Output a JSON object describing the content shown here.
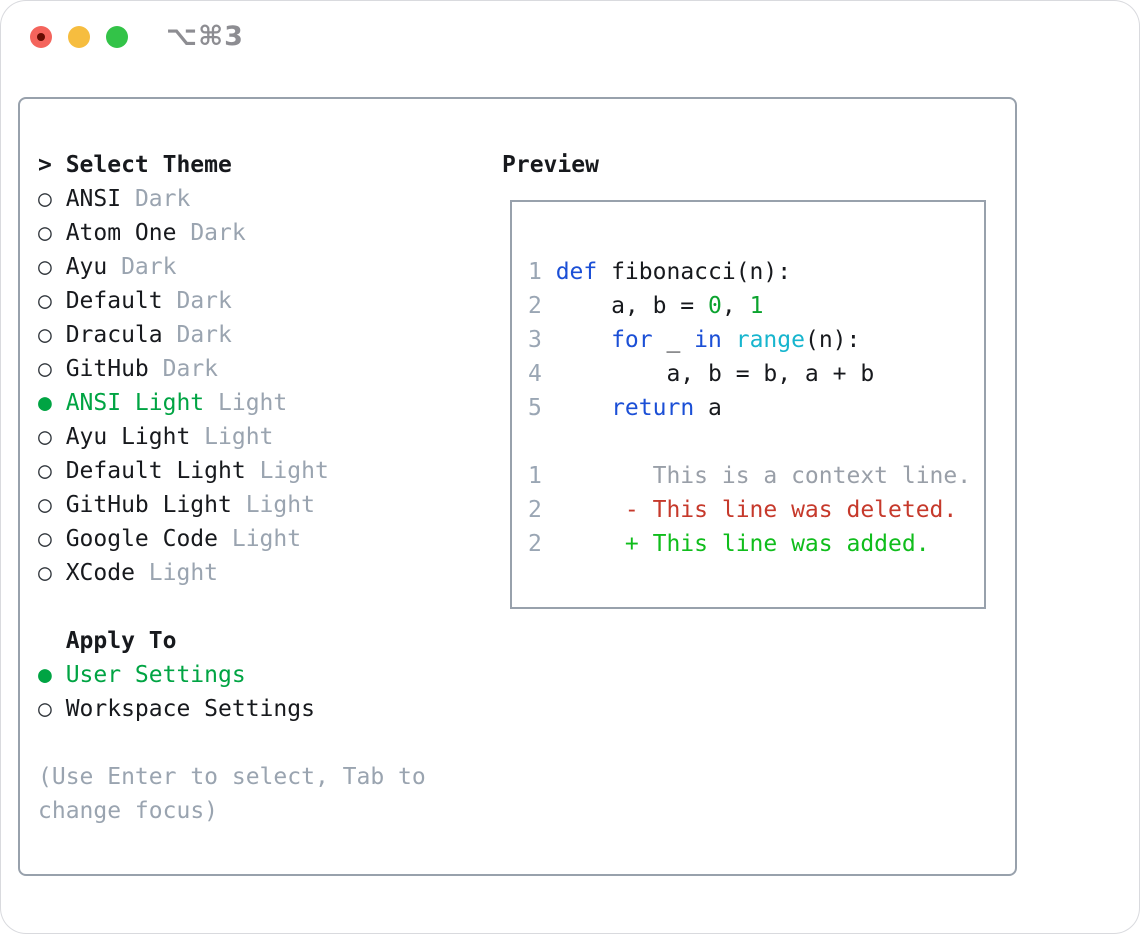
{
  "titlebar": {
    "shortcut": "⌥⌘3",
    "traffic_lights": {
      "red": "#f4645c",
      "red_dot": "#650c02",
      "yellow": "#f6bd3f",
      "green": "#33c348"
    }
  },
  "markers": {
    "title_prefix": ">",
    "selected": "●",
    "unselected": "○"
  },
  "theme_panel": {
    "title": "Select Theme",
    "items": [
      {
        "name": "ANSI",
        "variant": "Dark",
        "selected": false
      },
      {
        "name": "Atom One",
        "variant": "Dark",
        "selected": false
      },
      {
        "name": "Ayu",
        "variant": "Dark",
        "selected": false
      },
      {
        "name": "Default",
        "variant": "Dark",
        "selected": false
      },
      {
        "name": "Dracula",
        "variant": "Dark",
        "selected": false
      },
      {
        "name": "GitHub",
        "variant": "Dark",
        "selected": false
      },
      {
        "name": "ANSI Light",
        "variant": "Light",
        "selected": true
      },
      {
        "name": "Ayu Light",
        "variant": "Light",
        "selected": false
      },
      {
        "name": "Default Light",
        "variant": "Light",
        "selected": false
      },
      {
        "name": "GitHub Light",
        "variant": "Light",
        "selected": false
      },
      {
        "name": "Google Code",
        "variant": "Light",
        "selected": false
      },
      {
        "name": "XCode",
        "variant": "Light",
        "selected": false
      }
    ],
    "apply_to": {
      "title": "Apply To",
      "options": [
        {
          "label": "User Settings",
          "selected": true
        },
        {
          "label": "Workspace Settings",
          "selected": false
        }
      ]
    },
    "hint": "(Use Enter to select, Tab to change focus)"
  },
  "preview": {
    "title": "Preview",
    "lines": [
      {
        "num": "1",
        "tokens": [
          {
            "c": "keyword",
            "t": "def"
          },
          {
            "c": "text",
            "t": " fibonacci(n):"
          }
        ]
      },
      {
        "num": "2",
        "tokens": [
          {
            "c": "text",
            "t": "    a, b = "
          },
          {
            "c": "number",
            "t": "0"
          },
          {
            "c": "text",
            "t": ", "
          },
          {
            "c": "number",
            "t": "1"
          }
        ]
      },
      {
        "num": "3",
        "tokens": [
          {
            "c": "text",
            "t": "    "
          },
          {
            "c": "keyword",
            "t": "for"
          },
          {
            "c": "text",
            "t": " _ "
          },
          {
            "c": "keyword",
            "t": "in"
          },
          {
            "c": "text",
            "t": " "
          },
          {
            "c": "builtin",
            "t": "range"
          },
          {
            "c": "text",
            "t": "(n):"
          }
        ]
      },
      {
        "num": "4",
        "tokens": [
          {
            "c": "text",
            "t": "        a, b = b, a + b"
          }
        ]
      },
      {
        "num": "5",
        "tokens": [
          {
            "c": "text",
            "t": "    "
          },
          {
            "c": "keyword",
            "t": "return"
          },
          {
            "c": "text",
            "t": " a"
          }
        ]
      },
      {
        "num": "",
        "tokens": []
      },
      {
        "num": "1",
        "tokens": [
          {
            "c": "context",
            "t": "       This is a context line."
          }
        ]
      },
      {
        "num": "2",
        "tokens": [
          {
            "c": "deleted",
            "t": "     - This line was deleted."
          }
        ]
      },
      {
        "num": "2",
        "tokens": [
          {
            "c": "added",
            "t": "     + This line was added."
          }
        ]
      }
    ]
  },
  "colors": {
    "text": "#17191d",
    "muted": "#9aa4b0",
    "marker": "#33383e",
    "selected": "#00a443",
    "keyword": "#1b4fd6",
    "builtin": "#17b5ce",
    "number": "#0ba32e",
    "context": "#999fa8",
    "deleted": "#c6392b",
    "added": "#10bd1c",
    "lineno": "#9aa6b4",
    "titlebar_text": "#8d8d92",
    "border": "#98a1ac"
  }
}
